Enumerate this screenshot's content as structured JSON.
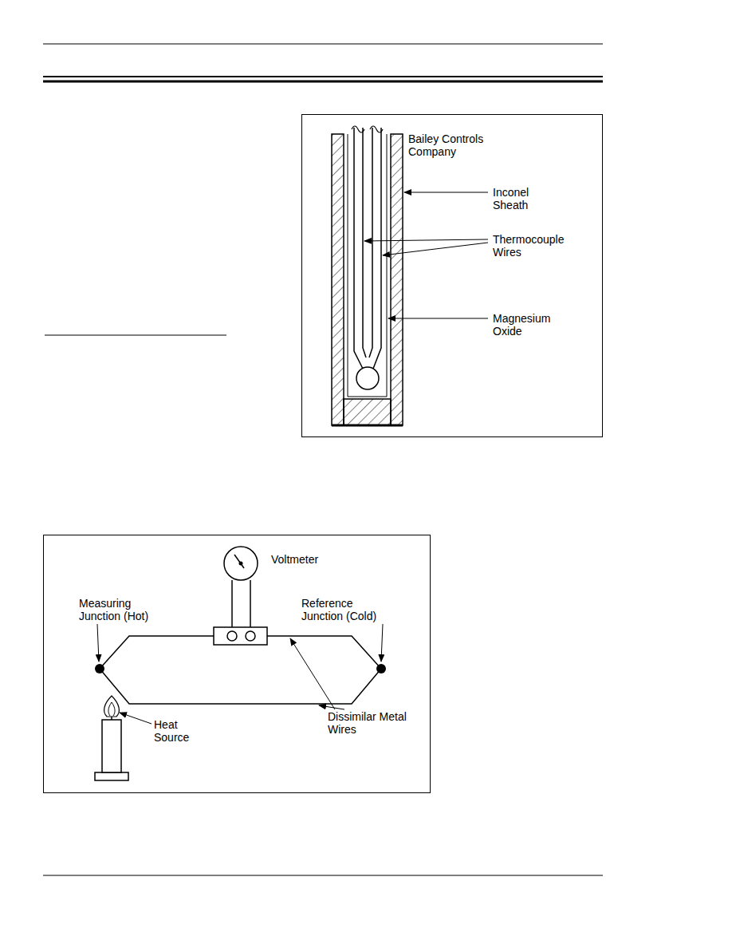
{
  "diagram": {
    "labels": [
      "Bailey Controls Company",
      "Inconel Sheath",
      "Thermocouple Wires",
      "Magnesium Oxide",
      "Voltmeter",
      "Measuring Junction (Hot)",
      "Reference Junction (Cold)",
      "Heat Source",
      "Dissimilar Metal Wires"
    ]
  }
}
